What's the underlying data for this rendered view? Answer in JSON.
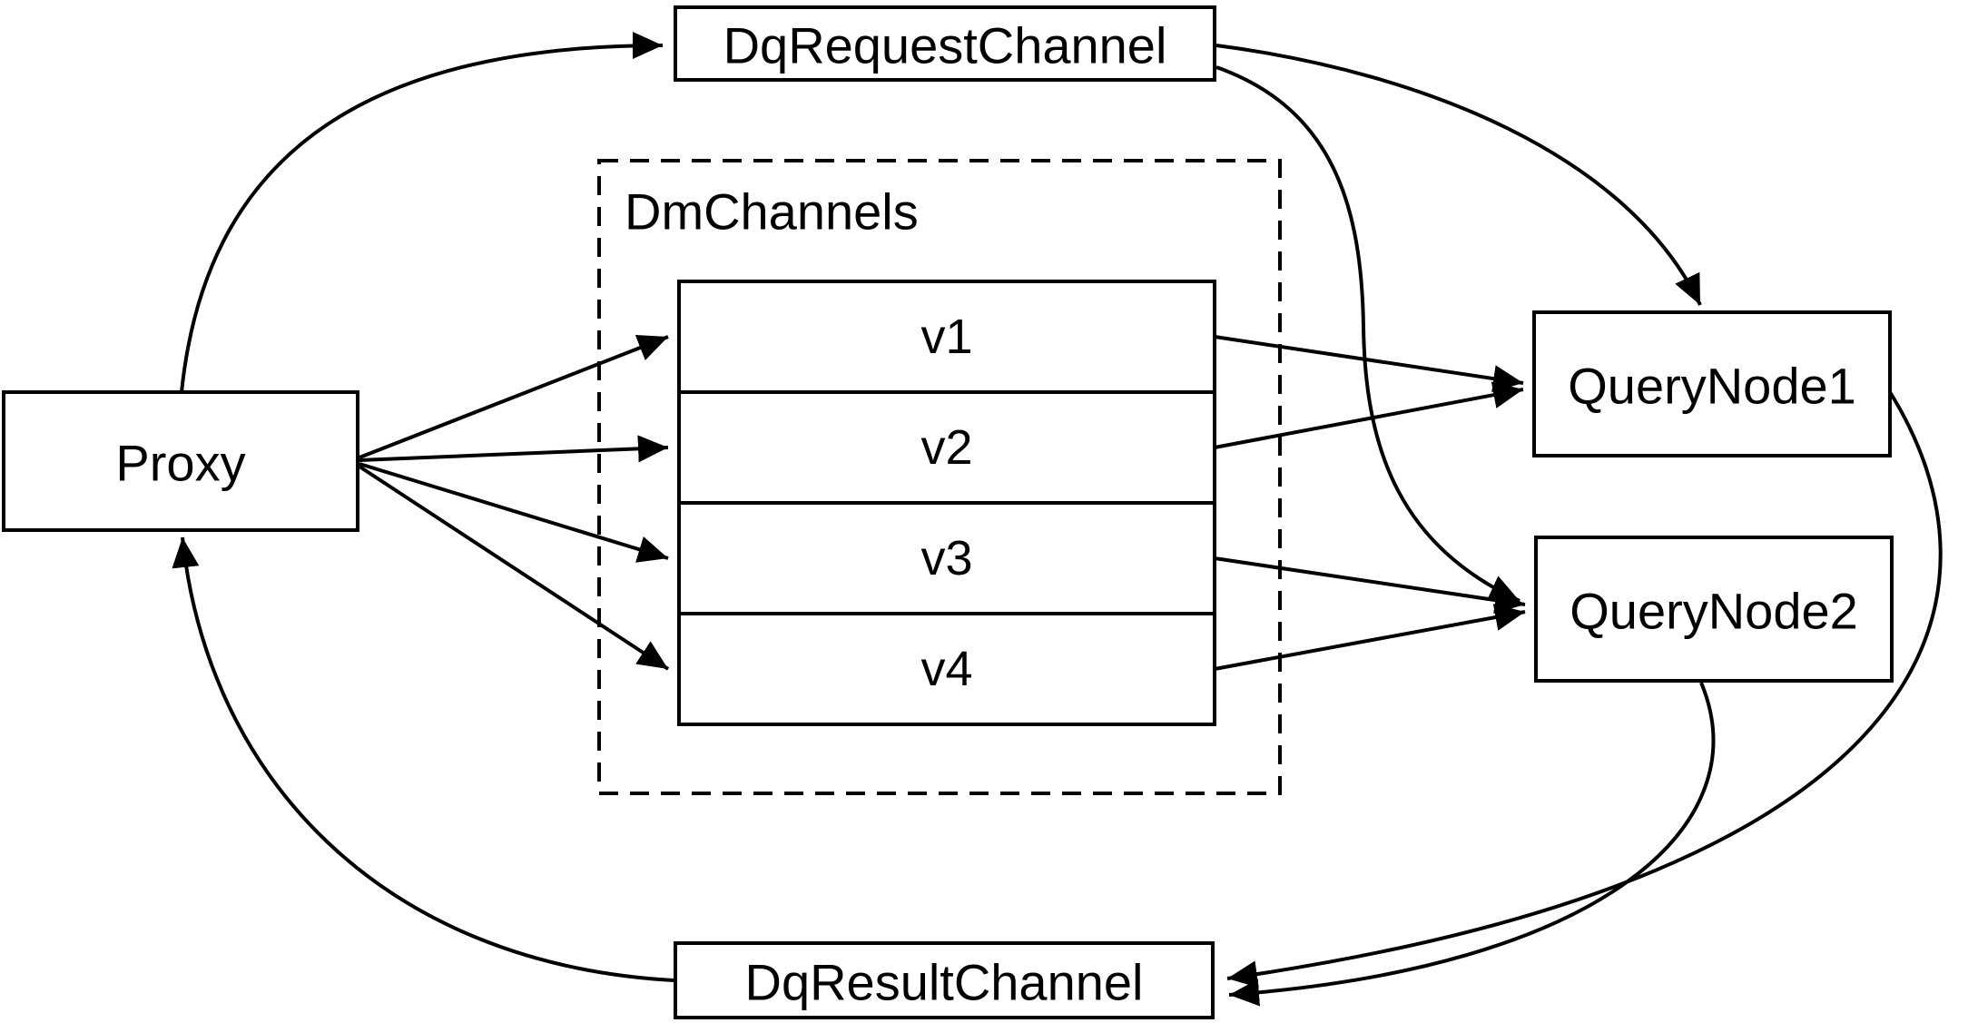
{
  "colors": {
    "background": "#ffffff",
    "line": "#000000",
    "text": "#000000"
  },
  "diagram": {
    "nodes": {
      "proxy": {
        "label": "Proxy"
      },
      "dq_request_channel": {
        "label": "DqRequestChannel"
      },
      "dm_channels": {
        "label": "DmChannels",
        "channels": [
          "v1",
          "v2",
          "v3",
          "v4"
        ]
      },
      "query_node_1": {
        "label": "QueryNode1"
      },
      "query_node_2": {
        "label": "QueryNode2"
      },
      "dq_result_channel": {
        "label": "DqResultChannel"
      }
    },
    "edges": [
      {
        "from": "Proxy",
        "to": "DqRequestChannel"
      },
      {
        "from": "Proxy",
        "to": "v1"
      },
      {
        "from": "Proxy",
        "to": "v2"
      },
      {
        "from": "Proxy",
        "to": "v3"
      },
      {
        "from": "Proxy",
        "to": "v4"
      },
      {
        "from": "v1",
        "to": "QueryNode1"
      },
      {
        "from": "v2",
        "to": "QueryNode1"
      },
      {
        "from": "v3",
        "to": "QueryNode2"
      },
      {
        "from": "v4",
        "to": "QueryNode2"
      },
      {
        "from": "DqRequestChannel",
        "to": "QueryNode1"
      },
      {
        "from": "DqRequestChannel",
        "to": "QueryNode2"
      },
      {
        "from": "QueryNode1",
        "to": "DqResultChannel"
      },
      {
        "from": "QueryNode2",
        "to": "DqResultChannel"
      },
      {
        "from": "DqResultChannel",
        "to": "Proxy"
      }
    ]
  }
}
